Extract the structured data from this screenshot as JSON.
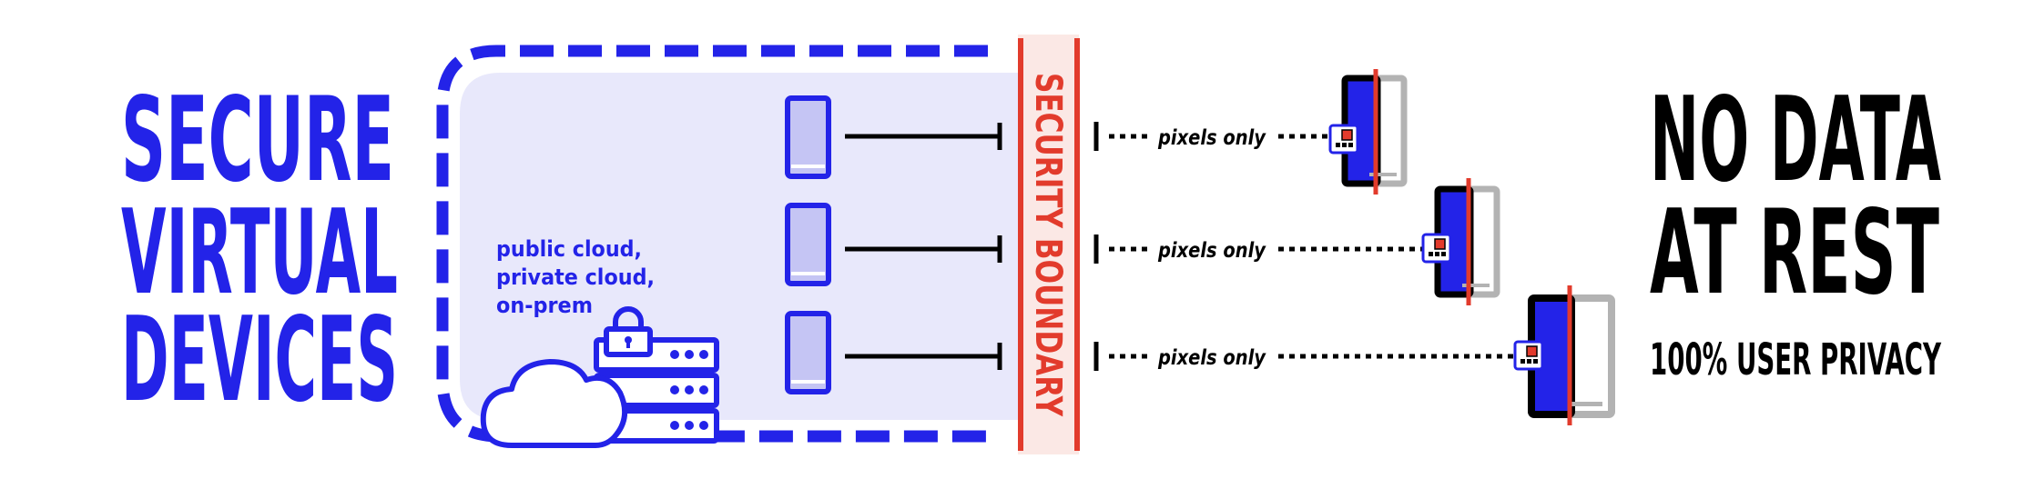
{
  "left_title": {
    "line1": "SECURE",
    "line2": "VIRTUAL",
    "line3": "DEVICES"
  },
  "locations": {
    "line1": "public cloud,",
    "line2": "private cloud,",
    "line3": "on-prem"
  },
  "boundary": {
    "label": "SECURITY BOUNDARY"
  },
  "connections": [
    {
      "label": "pixels only"
    },
    {
      "label": "pixels only"
    },
    {
      "label": "pixels only"
    }
  ],
  "right_title": {
    "line1": "NO DATA",
    "line2": "AT REST",
    "subtitle": "100% USER PRIVACY"
  },
  "colors": {
    "brand_blue": "#2323e8",
    "panel_fill": "#e8e8fb",
    "phone_screen": "#c5c5f4",
    "boundary_red": "#e23b2c",
    "boundary_fill": "#fbe8e5",
    "device_gray": "#b3b3b3",
    "black": "#000000"
  },
  "icons": {
    "cloud": "cloud-icon",
    "lock": "lock-icon",
    "server": "server-stack-icon",
    "virtual_phone": "virtual-phone-icon",
    "physical_device": "physical-device-icon",
    "app": "app-icon"
  }
}
